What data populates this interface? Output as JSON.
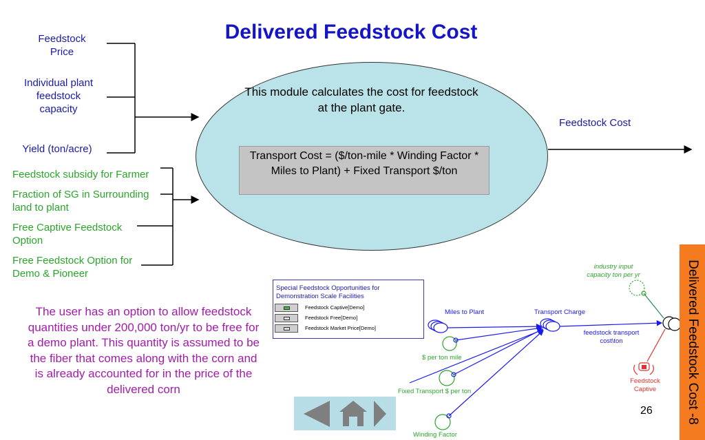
{
  "title": "Delivered Feedstock Cost",
  "inputs_blue": [
    "Feedstock\nPrice",
    "Individual plant\nfeedstock\ncapacity",
    "Yield (ton/acre)"
  ],
  "inputs_green": [
    "Feedstock subsidy for Farmer",
    "Fraction of SG in Surrounding\nland to plant",
    "Free Captive Feedstock\nOption",
    "Free Feedstock Option for\nDemo & Pioneer"
  ],
  "module_description": "This module calculates the cost for feedstock at the plant gate.",
  "formula": "Transport Cost = ($/ton-mile * Winding Factor * Miles to Plant) + Fixed Transport $/ton",
  "output_label": "Feedstock Cost",
  "note": "The user has an option to allow feedstock quantities under 200,000 ton/yr to be free for a demo plant. This quantity is assumed to be the fiber that comes along with the corn and is already accounted for in the price of the delivered corn",
  "panel": {
    "title": "Special Feedstock Opportunities for Demonstration Scale Facilities",
    "rows": [
      "Feedstock Captive[Demo]",
      "Feedstock Free[Demo]",
      "Feedstock Market Price[Demo]"
    ]
  },
  "model": {
    "miles_to_plant": "Miles to Plant",
    "transport_charge": "Transport Charge",
    "industry_input": "industry input\ncapacity ton per yr",
    "per_ton_mile": "$ per ton mile",
    "fixed_transport": "Fixed Transport $ per ton",
    "winding_factor": "Winding Factor",
    "feedstock_transport_cost": "feedstock transport\ncost\\ton",
    "feedstock_captive": "Feedstock\nCaptive"
  },
  "nav": {
    "icons": [
      "back-arrow-icon",
      "home-icon",
      "forward-arrow-icon"
    ]
  },
  "page_number": "26",
  "sidebar_label": "Delivered Feedstock Cost -8",
  "colors": {
    "title": "#1515c8",
    "input_blue": "#1a1aa8",
    "input_green": "#2aa52a",
    "ellipse": "#b9e3e8",
    "note": "#a11ca8",
    "sidebar": "#f47b20"
  }
}
